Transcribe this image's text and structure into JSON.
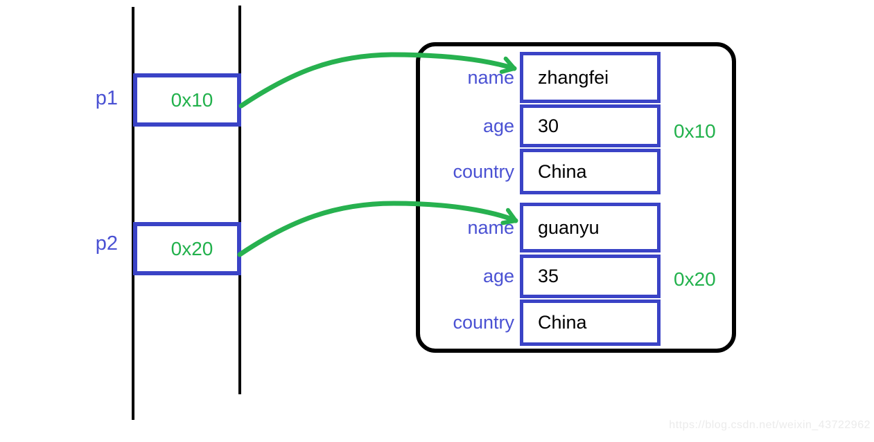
{
  "stack": {
    "pointers": [
      {
        "label": "p1",
        "value": "0x10"
      },
      {
        "label": "p2",
        "value": "0x20"
      }
    ]
  },
  "heap": {
    "objects": [
      {
        "address": "0x10",
        "fields": [
          {
            "label": "name",
            "value": "zhangfei"
          },
          {
            "label": "age",
            "value": "30"
          },
          {
            "label": "country",
            "value": "China"
          }
        ]
      },
      {
        "address": "0x20",
        "fields": [
          {
            "label": "name",
            "value": "guanyu"
          },
          {
            "label": "age",
            "value": "35"
          },
          {
            "label": "country",
            "value": "China"
          }
        ]
      }
    ]
  },
  "colors": {
    "box_border_blue": "#3a43c6",
    "label_blue": "#4a51d3",
    "green": "#22b14c",
    "line_black": "#000000",
    "watermark_gray": "#ebebeb"
  },
  "icons": {
    "arrow_p1": "green-curved-arrow",
    "arrow_p2": "green-curved-arrow"
  },
  "watermark": {
    "text": "https://blog.csdn.net/weixin_43722962"
  }
}
